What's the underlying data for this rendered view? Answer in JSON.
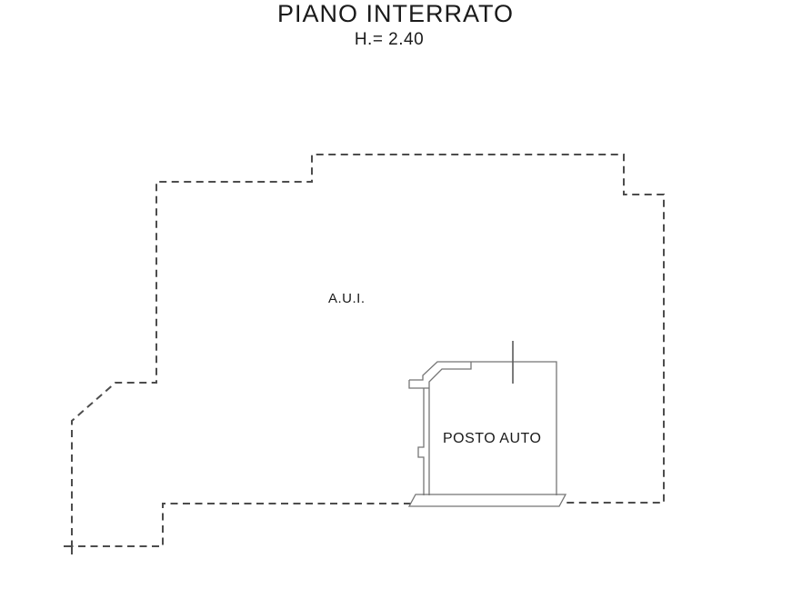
{
  "header": {
    "title": "PIANO INTERRATO",
    "subtitle": "H.= 2.40"
  },
  "plan": {
    "area_label": "A.U.I.",
    "parking_label": "POSTO AUTO"
  },
  "colors": {
    "background": "#ffffff",
    "outline_dashed": "#4d4d4d",
    "wall_solid": "#757575",
    "tick_solid": "#5a5a5a",
    "text": "#1a1a1a"
  }
}
